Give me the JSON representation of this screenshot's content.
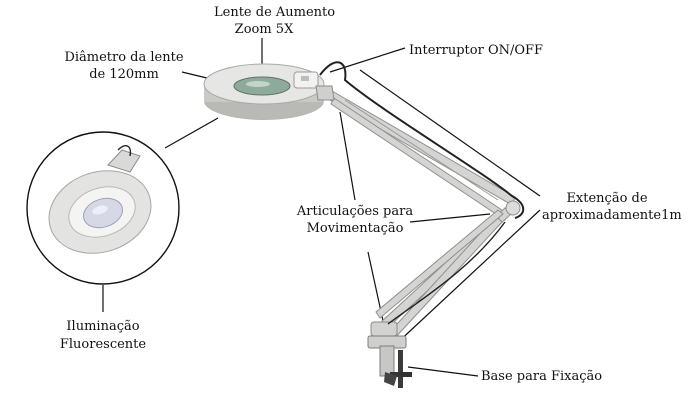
{
  "labels": {
    "lens_title_line1": "Lente de Aumento",
    "lens_title_line2": "Zoom 5X",
    "diameter_line1": "Diâmetro da lente",
    "diameter_line2": "de 120mm",
    "switch": "Interruptor ON/OFF",
    "joints_line1": "Articulações para",
    "joints_line2": "Movimentação",
    "extension_line1": "Extenção de",
    "extension_line2": "aproximadamente1m",
    "lighting_line1": "Iluminação",
    "lighting_line2": "Fluorescente",
    "base": "Base para Fixação"
  },
  "colors": {
    "body": "#e6e6e4",
    "body_shadow": "#b9b9b5",
    "lens": "#8fa99b",
    "arm": "#d4d4d2",
    "cable": "#222222"
  }
}
